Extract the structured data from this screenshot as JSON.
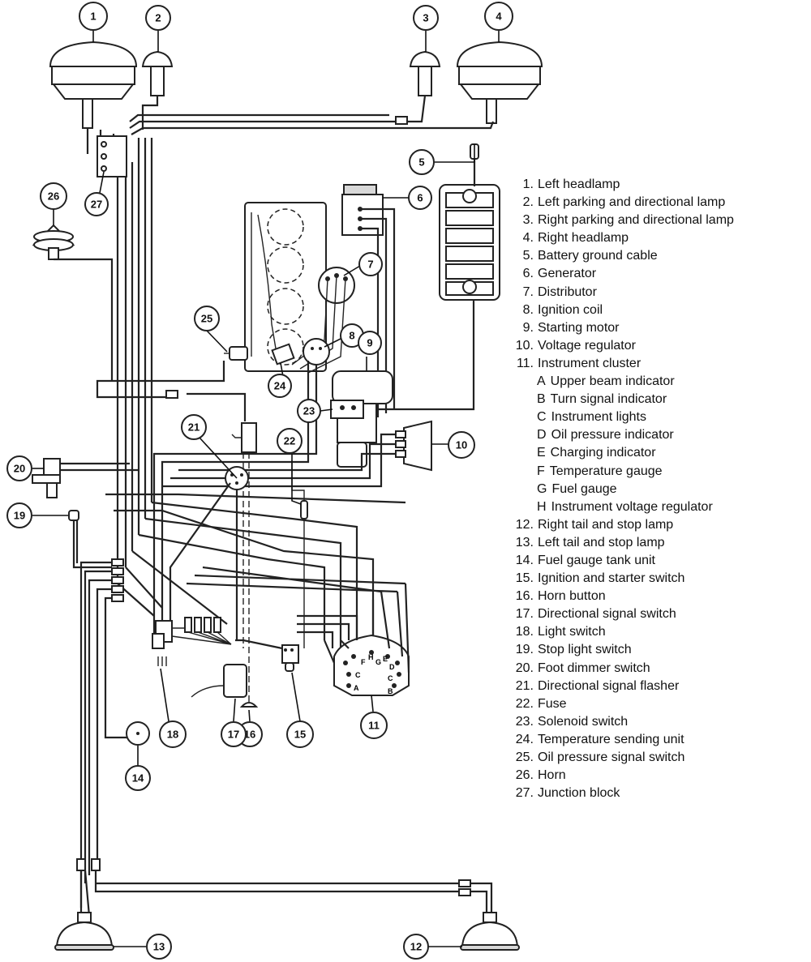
{
  "legend": [
    {
      "num": "1.",
      "label": "Left headlamp"
    },
    {
      "num": "2.",
      "label": "Left parking and directional lamp"
    },
    {
      "num": "3.",
      "label": "Right parking and directional lamp"
    },
    {
      "num": "4.",
      "label": "Right headlamp"
    },
    {
      "num": "5.",
      "label": "Battery ground cable"
    },
    {
      "num": "6.",
      "label": "Generator"
    },
    {
      "num": "7.",
      "label": "Distributor"
    },
    {
      "num": "8.",
      "label": "Ignition coil"
    },
    {
      "num": "9.",
      "label": "Starting motor"
    },
    {
      "num": "10.",
      "label": "Voltage regulator"
    },
    {
      "num": "11.",
      "label": "Instrument cluster"
    },
    {
      "num": "A",
      "label": "Upper beam indicator",
      "sub": true
    },
    {
      "num": "B",
      "label": "Turn signal indicator",
      "sub": true
    },
    {
      "num": "C",
      "label": "Instrument lights",
      "sub": true
    },
    {
      "num": "D",
      "label": "Oil pressure indicator",
      "sub": true
    },
    {
      "num": "E",
      "label": "Charging indicator",
      "sub": true
    },
    {
      "num": "F",
      "label": "Temperature gauge",
      "sub": true
    },
    {
      "num": "G",
      "label": "Fuel gauge",
      "sub": true
    },
    {
      "num": "H",
      "label": "Instrument voltage regulator",
      "sub": true
    },
    {
      "num": "12.",
      "label": "Right tail and stop lamp"
    },
    {
      "num": "13.",
      "label": "Left tail and stop lamp"
    },
    {
      "num": "14.",
      "label": "Fuel gauge tank unit"
    },
    {
      "num": "15.",
      "label": "Ignition and starter switch"
    },
    {
      "num": "16.",
      "label": "Horn button"
    },
    {
      "num": "17.",
      "label": "Directional signal switch"
    },
    {
      "num": "18.",
      "label": "Light switch"
    },
    {
      "num": "19.",
      "label": "Stop light switch"
    },
    {
      "num": "20.",
      "label": "Foot dimmer switch"
    },
    {
      "num": "21.",
      "label": "Directional signal flasher"
    },
    {
      "num": "22.",
      "label": "Fuse"
    },
    {
      "num": "23.",
      "label": "Solenoid switch"
    },
    {
      "num": "24.",
      "label": "Temperature sending unit"
    },
    {
      "num": "25.",
      "label": "Oil pressure signal switch"
    },
    {
      "num": "26.",
      "label": "Horn"
    },
    {
      "num": "27.",
      "label": "Junction block"
    }
  ],
  "callouts": [
    {
      "num": "1"
    },
    {
      "num": "2"
    },
    {
      "num": "3"
    },
    {
      "num": "4"
    },
    {
      "num": "5"
    },
    {
      "num": "6"
    },
    {
      "num": "7"
    },
    {
      "num": "8"
    },
    {
      "num": "9"
    },
    {
      "num": "10"
    },
    {
      "num": "11"
    },
    {
      "num": "12"
    },
    {
      "num": "13"
    },
    {
      "num": "14"
    },
    {
      "num": "15"
    },
    {
      "num": "16"
    },
    {
      "num": "17"
    },
    {
      "num": "18"
    },
    {
      "num": "19"
    },
    {
      "num": "20"
    },
    {
      "num": "21"
    },
    {
      "num": "22"
    },
    {
      "num": "23"
    },
    {
      "num": "24"
    },
    {
      "num": "25"
    },
    {
      "num": "26"
    },
    {
      "num": "27"
    }
  ],
  "cluster_letters": [
    "F",
    "H",
    "G",
    "E",
    "D",
    "C",
    "C",
    "B",
    "A"
  ]
}
